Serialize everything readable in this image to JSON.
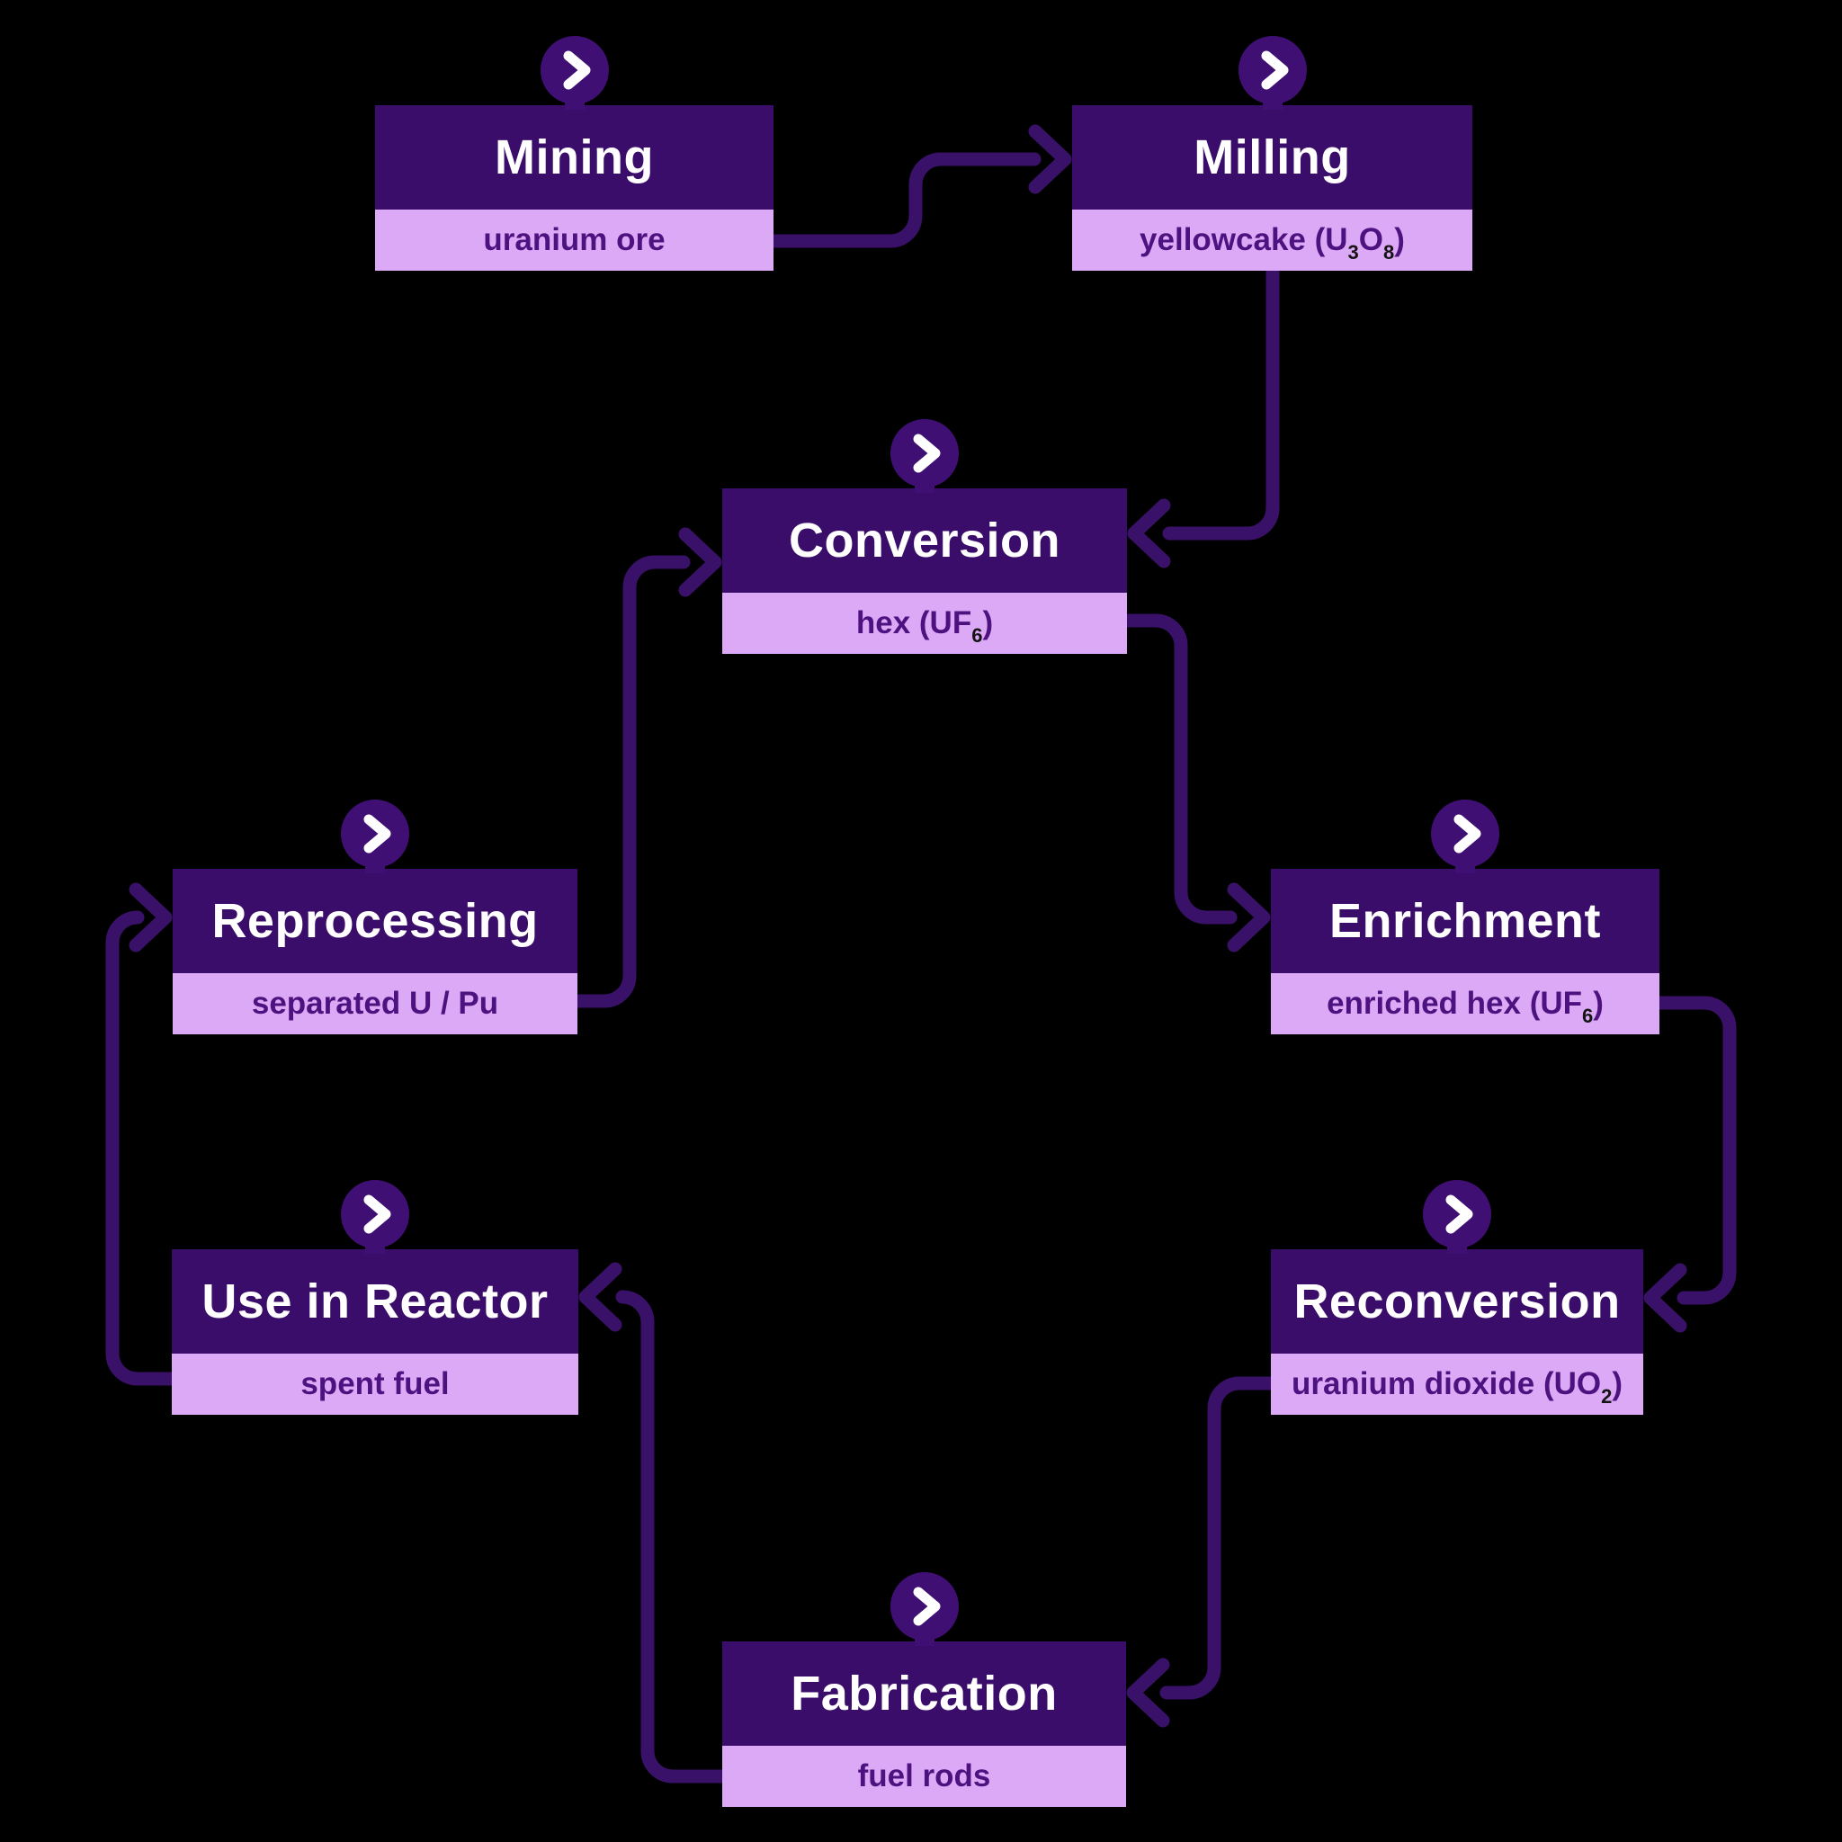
{
  "background": "#000000",
  "colors": {
    "node_header": "#3b0d6a",
    "node_footer": "#dca9f6",
    "title_text": "#ffffff",
    "footer_text": "#4e1280",
    "subscript_text": "#141414",
    "connector": "#3a1168",
    "badge": "#3f0f73",
    "chevron": "#ffffff"
  },
  "nodes": [
    {
      "id": "mining",
      "title": "Mining",
      "subtitle": [
        {
          "text": "uranium ore"
        }
      ]
    },
    {
      "id": "milling",
      "title": "Milling",
      "subtitle": [
        {
          "text": "yellowcake (U"
        },
        {
          "text": "3",
          "sub": true
        },
        {
          "text": "O"
        },
        {
          "text": "8",
          "sub": true
        },
        {
          "text": ")"
        }
      ]
    },
    {
      "id": "conversion",
      "title": "Conversion",
      "subtitle": [
        {
          "text": "hex (UF"
        },
        {
          "text": "6",
          "sub": true
        },
        {
          "text": ")"
        }
      ]
    },
    {
      "id": "enrichment",
      "title": "Enrichment",
      "subtitle": [
        {
          "text": "enriched hex (UF"
        },
        {
          "text": "6",
          "sub": true
        },
        {
          "text": ")"
        }
      ]
    },
    {
      "id": "reconversion",
      "title": "Reconversion",
      "subtitle": [
        {
          "text": "uranium dioxide (UO"
        },
        {
          "text": "2",
          "sub": true
        },
        {
          "text": ")"
        }
      ]
    },
    {
      "id": "fabrication",
      "title": "Fabrication",
      "subtitle": [
        {
          "text": "fuel rods"
        }
      ]
    },
    {
      "id": "use-in-reactor",
      "title": "Use in Reactor",
      "subtitle": [
        {
          "text": "spent fuel"
        }
      ]
    },
    {
      "id": "reprocessing",
      "title": "Reprocessing",
      "subtitle": [
        {
          "text": "separated U / Pu"
        }
      ]
    }
  ],
  "edges": [
    {
      "from": "mining",
      "to": "milling"
    },
    {
      "from": "milling",
      "to": "conversion"
    },
    {
      "from": "conversion",
      "to": "enrichment"
    },
    {
      "from": "enrichment",
      "to": "reconversion"
    },
    {
      "from": "reconversion",
      "to": "fabrication"
    },
    {
      "from": "fabrication",
      "to": "use-in-reactor"
    },
    {
      "from": "use-in-reactor",
      "to": "reprocessing"
    },
    {
      "from": "reprocessing",
      "to": "conversion"
    }
  ]
}
